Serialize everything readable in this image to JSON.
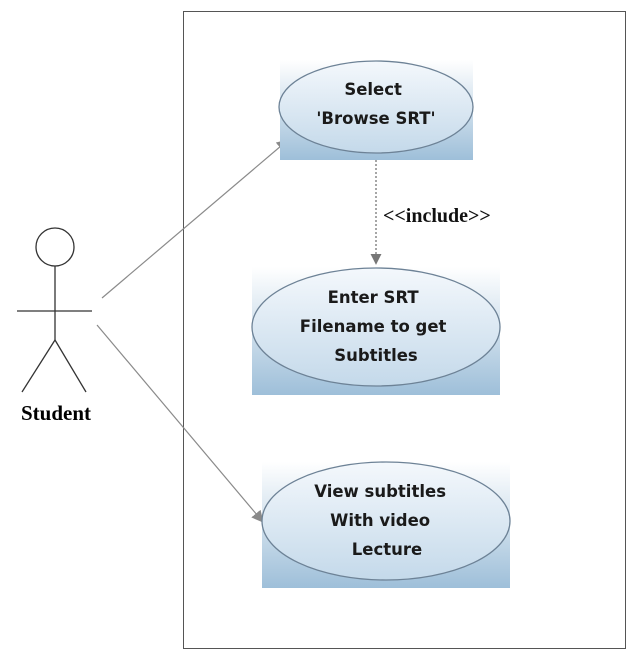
{
  "actor": {
    "label": "Student"
  },
  "use_cases": {
    "browse": {
      "lines": [
        "Select",
        "'Browse SRT'"
      ]
    },
    "enter": {
      "lines": [
        "Enter SRT",
        "Filename to get",
        "Subtitles"
      ]
    },
    "view": {
      "lines": [
        "View subtitles",
        "With video",
        "Lecture"
      ]
    }
  },
  "include_label": "<<include>>",
  "colors": {
    "ellipse_fill_top": "#f2f7fb",
    "ellipse_fill_bottom": "#c4d9ea",
    "box_fill_top": "#ffffff",
    "box_fill_bottom": "#9ebfd9",
    "ellipse_stroke": "#6d8296",
    "connector": "#8a8a8a",
    "boundary": "#555555"
  }
}
